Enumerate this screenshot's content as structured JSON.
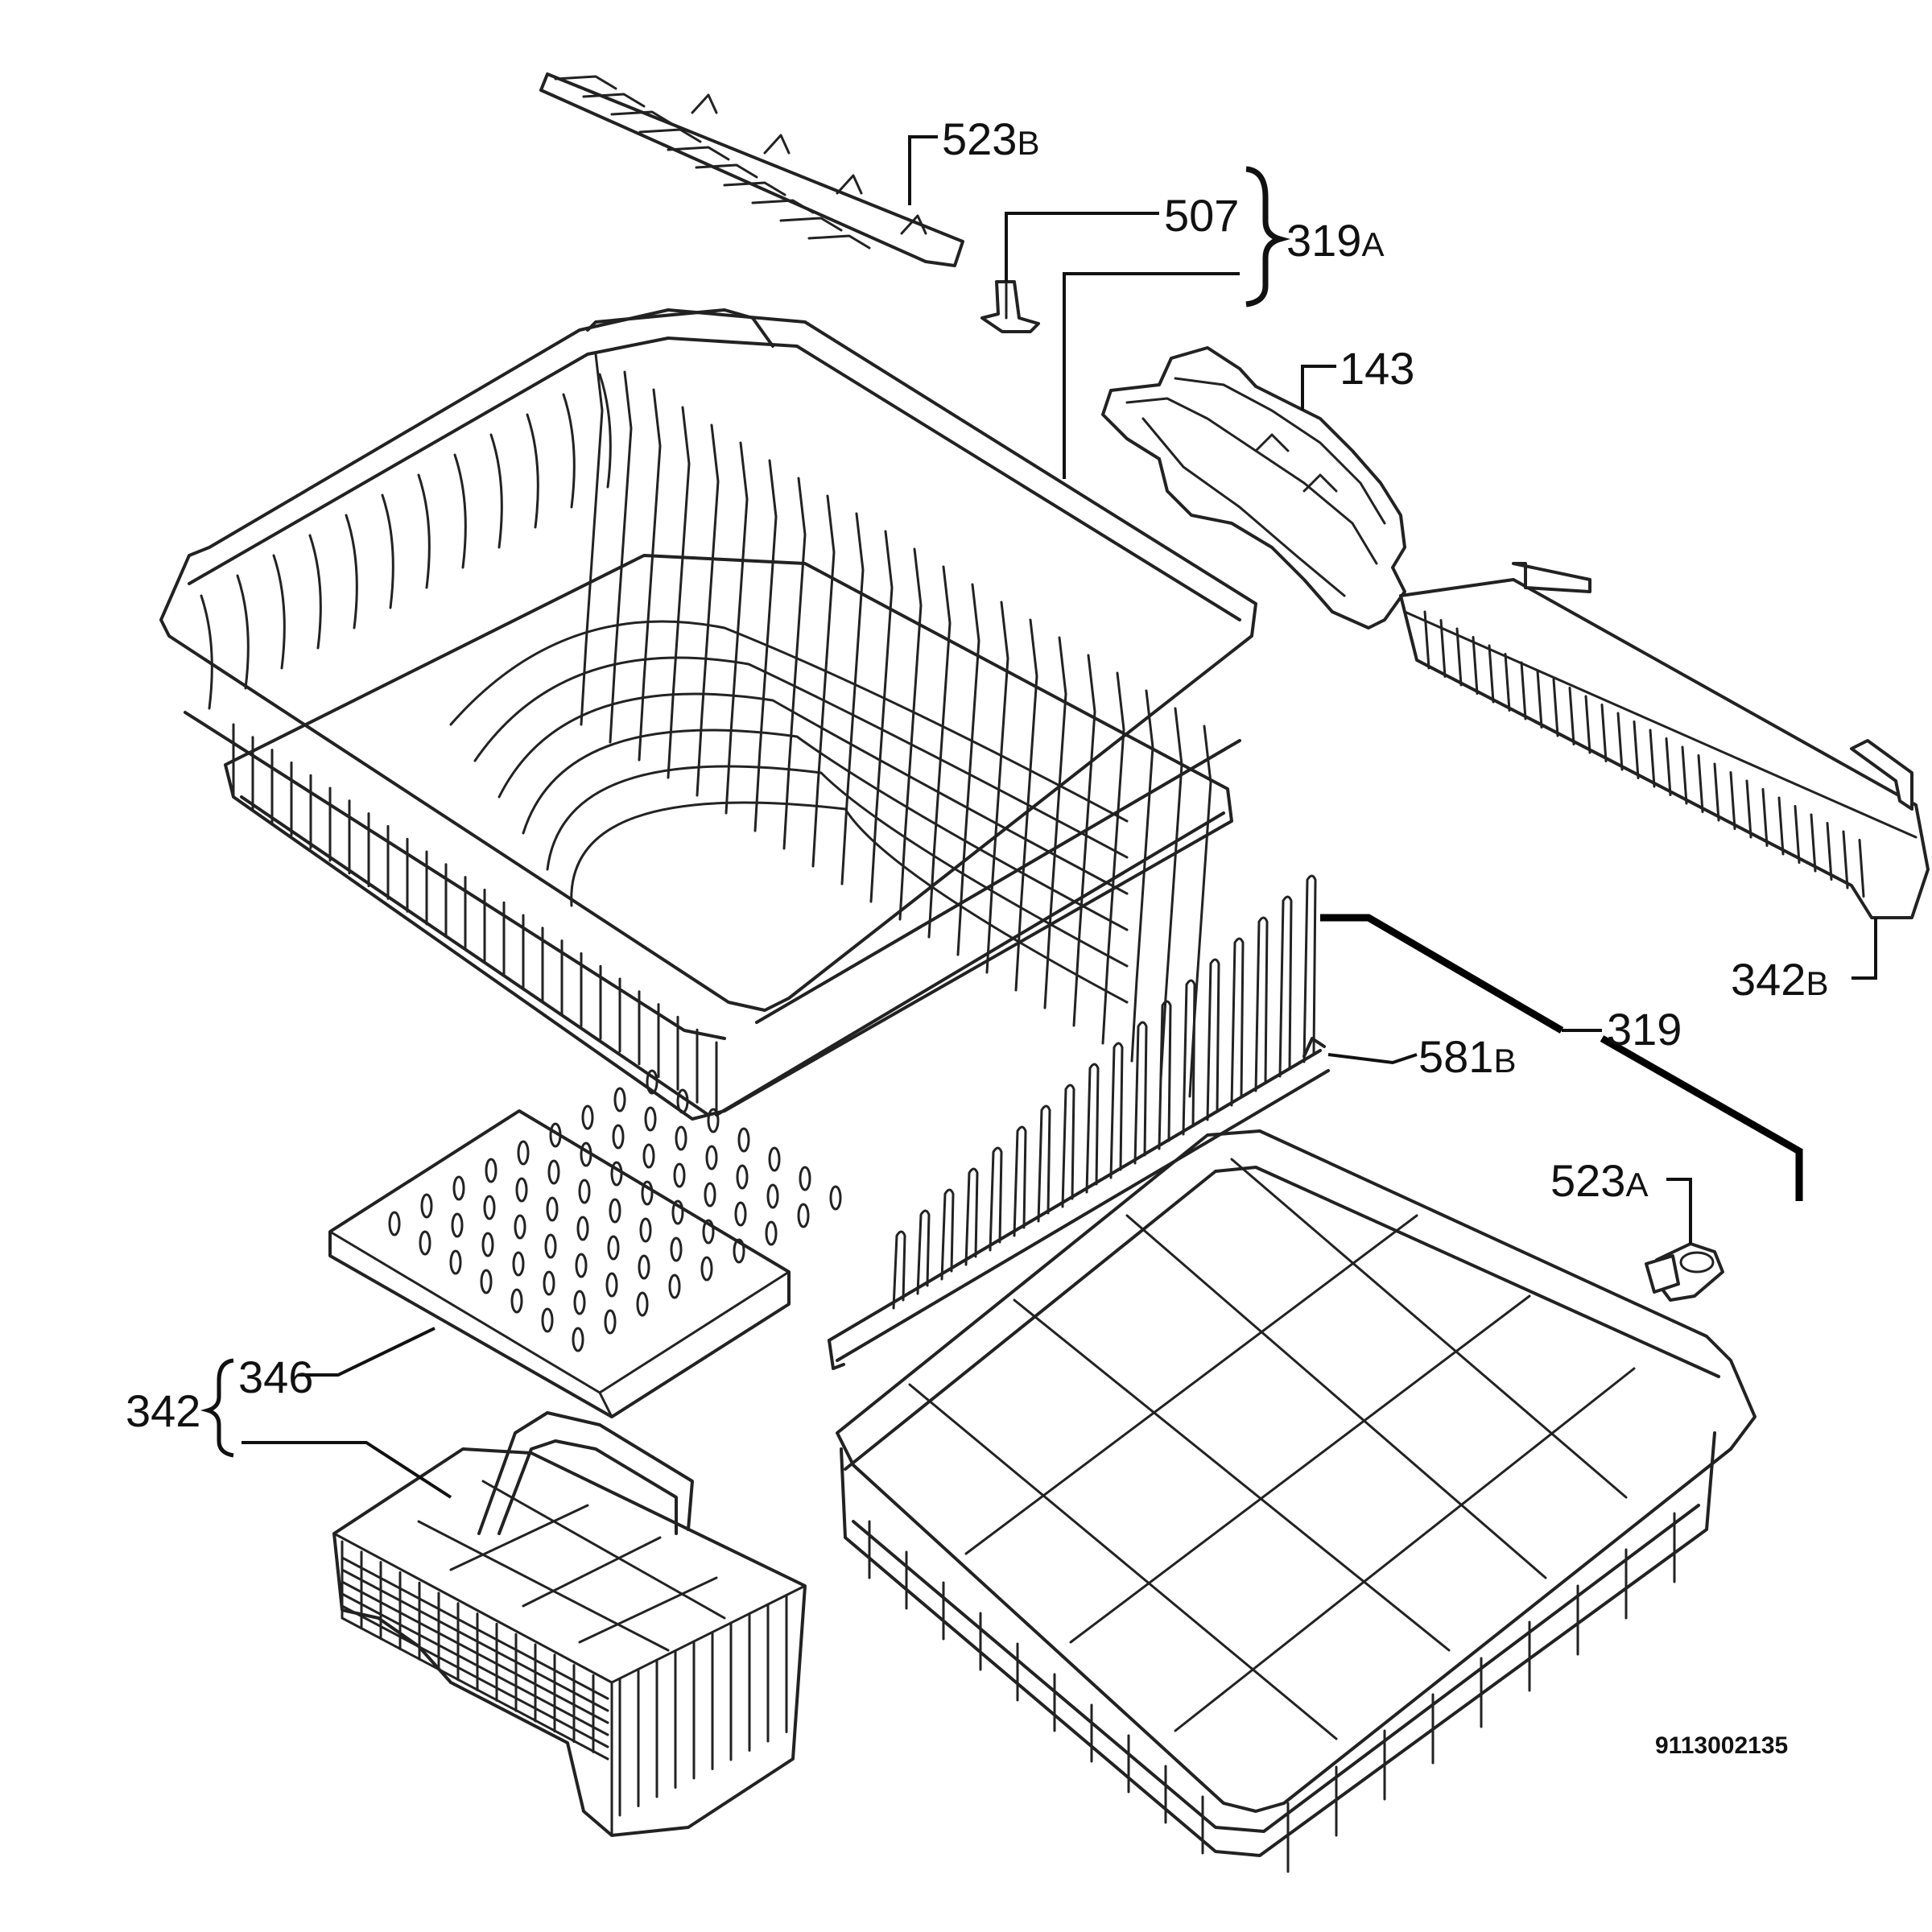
{
  "parts": {
    "p523b": {
      "num": "523",
      "sfx": "B"
    },
    "p507": {
      "num": "507",
      "sfx": ""
    },
    "p319a": {
      "num": "319",
      "sfx": "A"
    },
    "p143": {
      "num": "143",
      "sfx": ""
    },
    "p342b": {
      "num": "342",
      "sfx": "B"
    },
    "p319": {
      "num": "319",
      "sfx": ""
    },
    "p581b": {
      "num": "581",
      "sfx": "B"
    },
    "p523a": {
      "num": "523",
      "sfx": "A"
    },
    "p346": {
      "num": "346",
      "sfx": ""
    },
    "p342": {
      "num": "342",
      "sfx": ""
    }
  },
  "diagram_code": "9113002135"
}
